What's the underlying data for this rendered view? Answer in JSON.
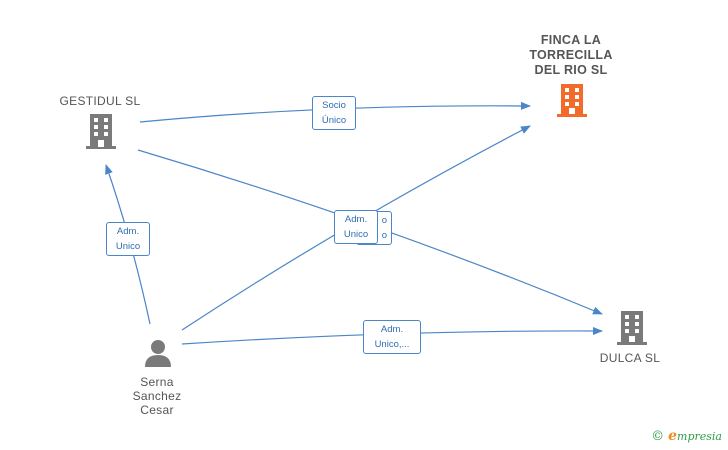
{
  "nodes": {
    "gestidul": {
      "label": "GESTIDUL  SL"
    },
    "finca": {
      "label": "FINCA LA\nTORRECILLA\nDEL RIO  SL"
    },
    "dulca": {
      "label": "DULCA SL"
    },
    "serna": {
      "label": "Serna\nSanchez\nCesar"
    }
  },
  "edges": {
    "gestidul_finca": {
      "label": "Socio\nÚnico"
    },
    "serna_gestidul": {
      "label": "Adm.\nUnico"
    },
    "hidden_socio": {
      "label": "o\no"
    },
    "center_adm": {
      "label": "Adm.\nUnico"
    },
    "serna_dulca": {
      "label": "Adm.\nUnico,..."
    }
  },
  "colors": {
    "edge": "#4a86c8",
    "building": "#7a7a7a",
    "building_main": "#f26b2a",
    "person": "#7a7a7a"
  },
  "watermark": {
    "copyright": "©",
    "brand_initial": "e",
    "brand_rest": "mpresia"
  }
}
